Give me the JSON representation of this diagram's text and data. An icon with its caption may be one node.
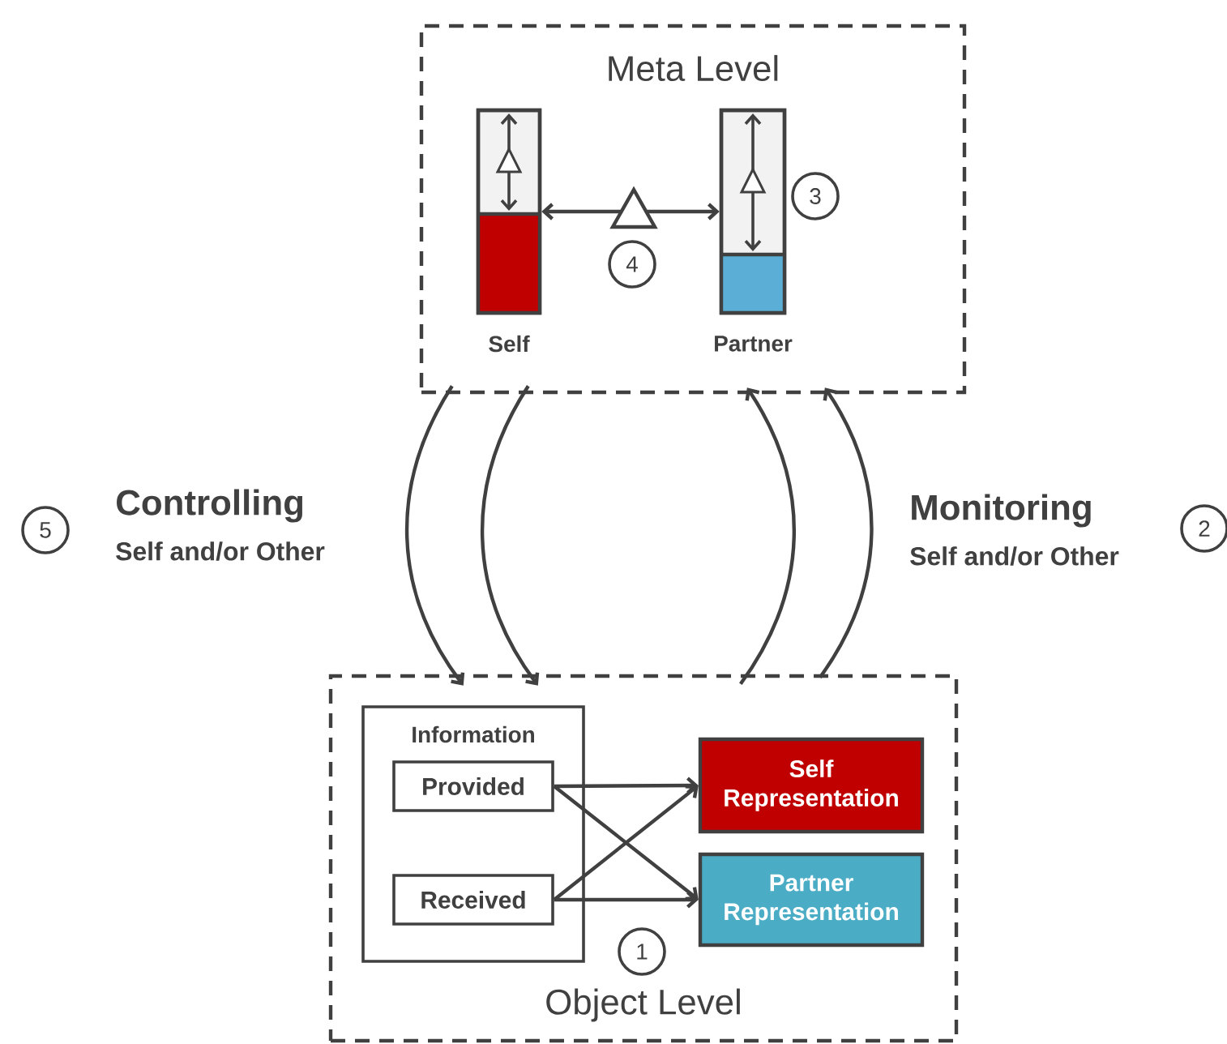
{
  "diagram": {
    "nodes": [
      {
        "text": [
          "Meta Level"
        ]
      },
      {
        "text": [
          "Self"
        ],
        "in": 0
      },
      {
        "text": [
          "Partner"
        ],
        "in": 0
      },
      {
        "text": [
          "Object Level"
        ]
      },
      {
        "text": [
          "Information"
        ],
        "in": 3
      },
      {
        "text": [
          "Provided"
        ],
        "in": 4
      },
      {
        "text": [
          "Received"
        ],
        "in": 4
      },
      {
        "text": [
          "Self Representation"
        ],
        "in": 3
      },
      {
        "text": [
          "Partner Representation"
        ],
        "in": 3
      }
    ],
    "edges": [
      {
        "from": 1,
        "to": 2,
        "arrow": "both"
      },
      {
        "from": 0,
        "to": 3,
        "arrow": "to"
      },
      {
        "from": 0,
        "to": 3,
        "arrow": "to"
      },
      {
        "from": 3,
        "to": 0,
        "arrow": "to"
      },
      {
        "from": 3,
        "to": 0,
        "arrow": "to"
      },
      {
        "from": 5,
        "to": 7,
        "arrow": "to"
      },
      {
        "from": 5,
        "to": 8,
        "arrow": "to"
      },
      {
        "from": 6,
        "to": 7,
        "arrow": "to"
      },
      {
        "from": 6,
        "to": 8,
        "arrow": "to"
      }
    ],
    "labels": [
      "3",
      "4",
      "5",
      "Controlling",
      "Self and/or Other",
      "Monitoring",
      "Self and/or Other",
      "2",
      "1"
    ]
  }
}
